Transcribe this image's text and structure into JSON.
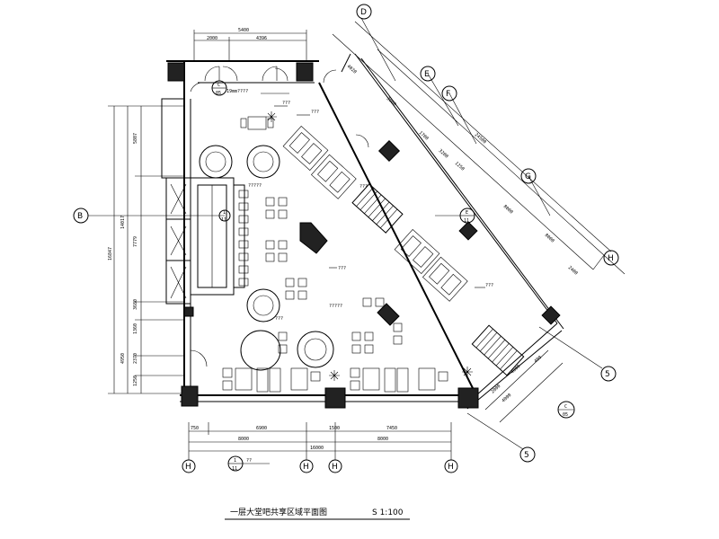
{
  "drawing": {
    "title": "一层大堂吧共享区域平面图",
    "scale": "S 1:100"
  },
  "axes": {
    "d": "D",
    "e": "E",
    "f": "F",
    "g": "G",
    "h_right": "H",
    "h_bottom_1": "H",
    "h_bottom_2": "H",
    "h_bottom_3": "H",
    "h_bottom_4": "H",
    "num5_a": "5",
    "num5_b": "5",
    "b_left": "B"
  },
  "dims": {
    "top_total": "5400",
    "top_a": "2000",
    "top_b": "4396",
    "left_a": "5807",
    "left_b": "14017",
    "left_c": "7779",
    "left_d": "3680",
    "left_e": "1360",
    "left_f": "4950",
    "left_g": "2370",
    "left_h": "1250",
    "left_total": "16847",
    "bot_a": "750",
    "bot_b": "6900",
    "bot_c": "1500",
    "bot_d": "7450",
    "bot_e": "8000",
    "bot_f": "8000",
    "bot_total": "16000",
    "diag_a": "4020",
    "diag_b": "3900",
    "diag_c": "1700",
    "diag_d": "3200",
    "diag_e": "1250",
    "diag_total": "24500",
    "diag_f": "8000",
    "diag_g": "8000",
    "diag_h": "2400",
    "diag_i": "2000",
    "diag_j": "4000",
    "diag_k": "400",
    "diag_l": "4000"
  },
  "notes": {
    "n1": "19mm????",
    "n2": "???",
    "n3": "???",
    "n4": "?????",
    "n5": "???",
    "n6": "???",
    "n7": "?????",
    "n8": "???",
    "n9": "???",
    "n10": "??"
  },
  "callouts": {
    "c_top_num": "C",
    "c_top_den": "05",
    "c_right_num": "E",
    "c_right_den": "11",
    "c_bottom_num": "1",
    "c_bottom_den": "11",
    "c_left_num": "1",
    "c_left_den": "11",
    "c_corner_num": "C",
    "c_corner_den": "05"
  }
}
